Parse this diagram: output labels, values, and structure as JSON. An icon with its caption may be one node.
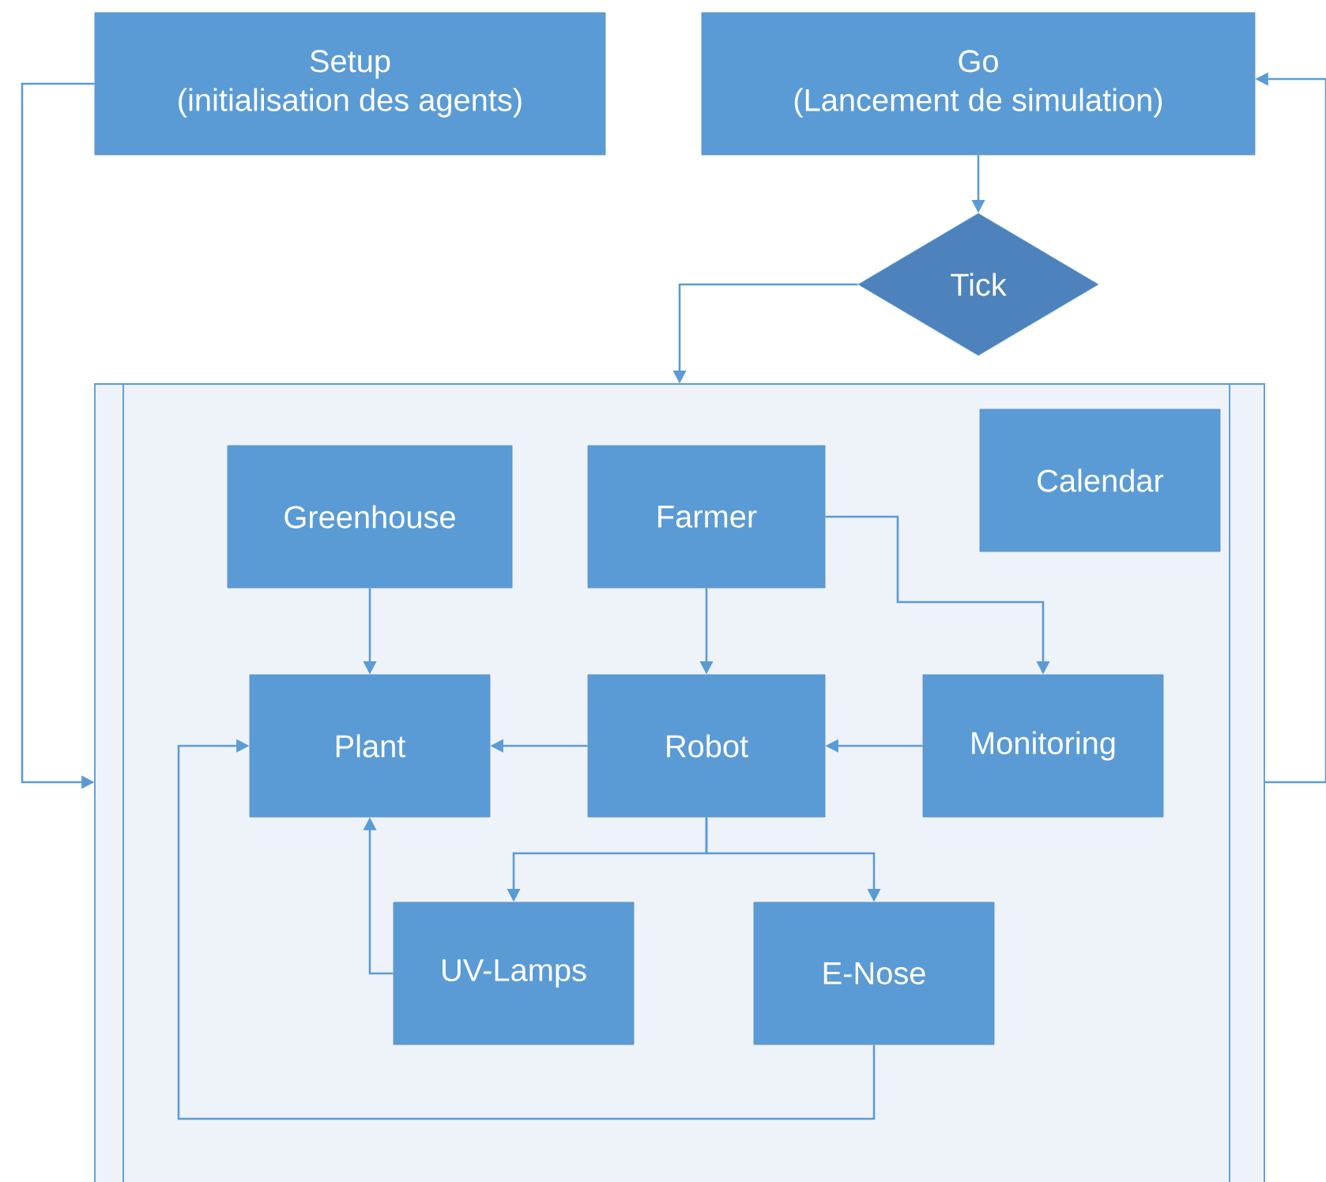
{
  "diagram": {
    "nodes": [
      {
        "text": [
          "Setup",
          "(initialisation des agents)"
        ]
      },
      {
        "text": [
          "Go",
          "(Lancement de simulation)"
        ]
      },
      {
        "text": [
          "Tick"
        ]
      },
      {
        "text": [],
        "shape": "box"
      },
      {
        "text": [
          "Greenhouse"
        ],
        "in": 3
      },
      {
        "text": [
          "Farmer"
        ],
        "in": 3
      },
      {
        "text": [
          "Calendar"
        ],
        "in": 3
      },
      {
        "text": [
          "Plant"
        ],
        "in": 3
      },
      {
        "text": [
          "Robot"
        ],
        "in": 3
      },
      {
        "text": [
          "Monitoring"
        ],
        "in": 3
      },
      {
        "text": [
          "UV-Lamps"
        ],
        "in": 3
      },
      {
        "text": [
          "E-Nose"
        ],
        "in": 3
      }
    ],
    "edges": [
      {
        "from": 0,
        "to": 3,
        "arrow": "to"
      },
      {
        "from": 1,
        "to": 2,
        "arrow": "to"
      },
      {
        "from": 2,
        "to": 3,
        "arrow": "to"
      },
      {
        "from": 3,
        "to": 1,
        "arrow": "to"
      },
      {
        "from": 4,
        "to": 7,
        "arrow": "to"
      },
      {
        "from": 5,
        "to": 8,
        "arrow": "to"
      },
      {
        "from": 5,
        "to": 9,
        "arrow": "to"
      },
      {
        "from": 8,
        "to": 7,
        "arrow": "to"
      },
      {
        "from": 9,
        "to": 8,
        "arrow": "to"
      },
      {
        "from": 8,
        "to": 10,
        "arrow": "to"
      },
      {
        "from": 8,
        "to": 11,
        "arrow": "to"
      },
      {
        "from": 10,
        "to": 7,
        "arrow": "to"
      },
      {
        "from": 11,
        "to": 7,
        "arrow": "to"
      }
    ]
  }
}
